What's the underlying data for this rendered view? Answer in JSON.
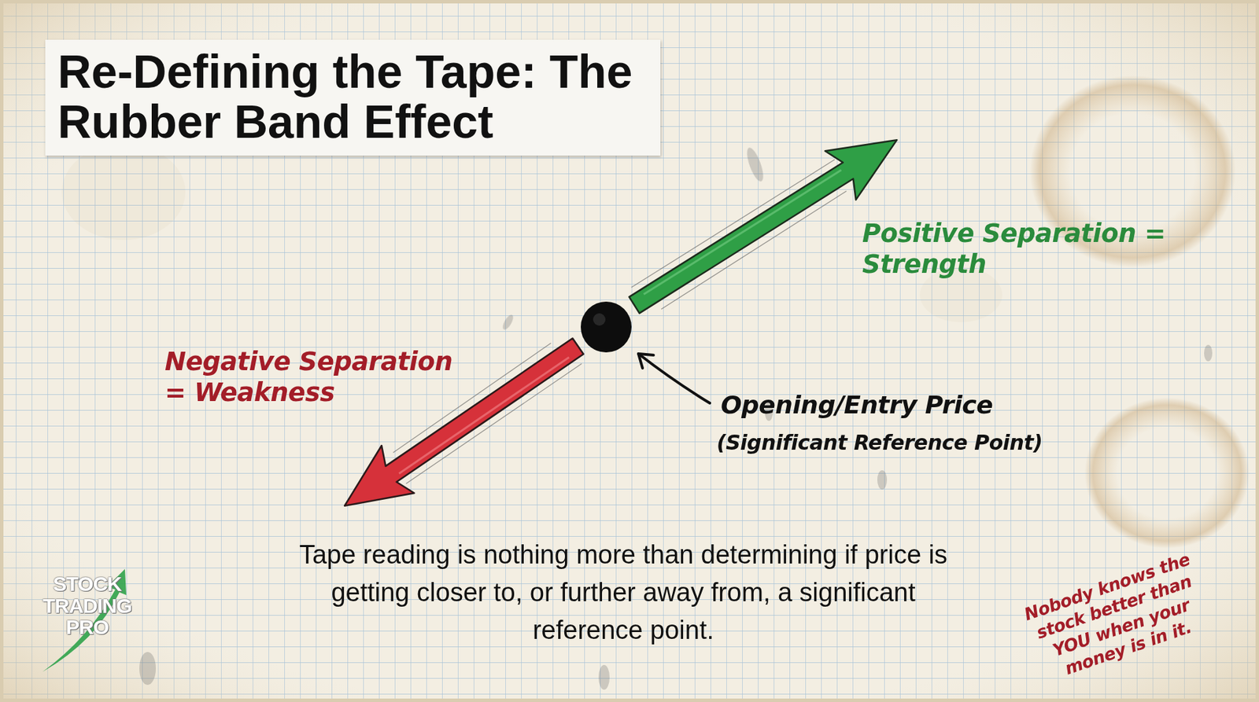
{
  "diagram": {
    "title": "Re-Defining the Tape: The Rubber Band Effect",
    "caption": "Tape reading is nothing more than determining if price is getting closer to, or further away from, a significant reference point.",
    "labels": [
      "Positive Separation = Strength",
      "Negative Separation = Weakness",
      "Opening/Entry Price",
      "(Significant Reference Point)",
      "Nobody knows the stock better than YOU when your money is in it.",
      "STOCK TRADING PRO"
    ]
  }
}
